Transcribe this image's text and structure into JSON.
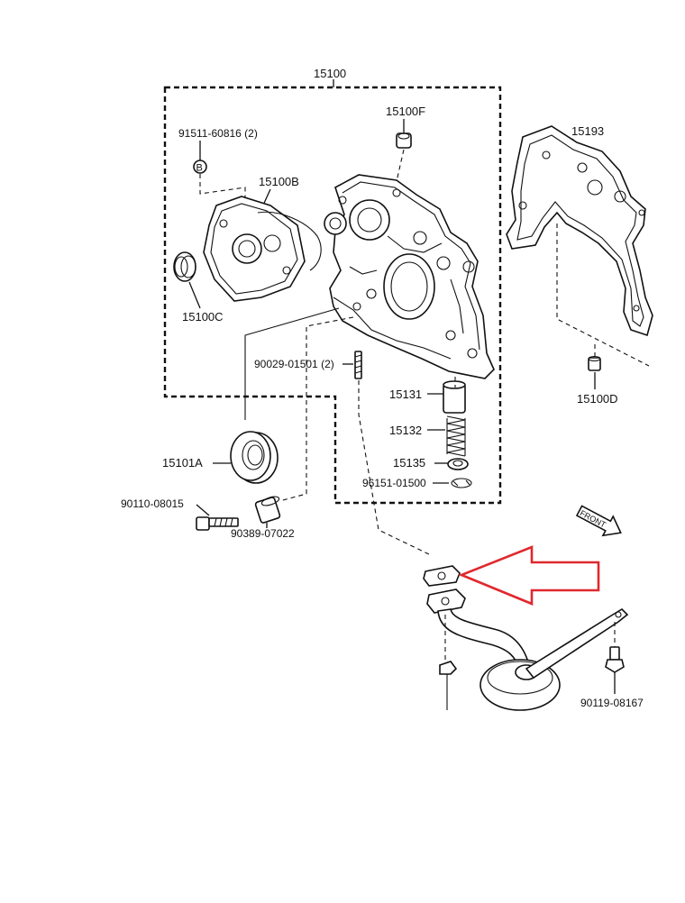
{
  "labels": {
    "assembly": "15100",
    "l_15100F": "15100F",
    "l_91511": "91511-60816 (2)",
    "l_15100B": "15100B",
    "l_15100C": "15100C",
    "l_15193": "15193",
    "l_90029": "90029-01501 (2)",
    "l_15131": "15131",
    "l_15132": "15132",
    "l_15135": "15135",
    "l_96151": "96151-01500",
    "l_15100D": "15100D",
    "l_15101A": "15101A",
    "l_90110": "90110-08015",
    "l_90389": "90389-07022",
    "l_90119": "90119-08167",
    "front": "FRONT",
    "bolt_mark": "B"
  },
  "colors": {
    "ink": "#111111",
    "highlight_arrow": "#e0282e"
  }
}
